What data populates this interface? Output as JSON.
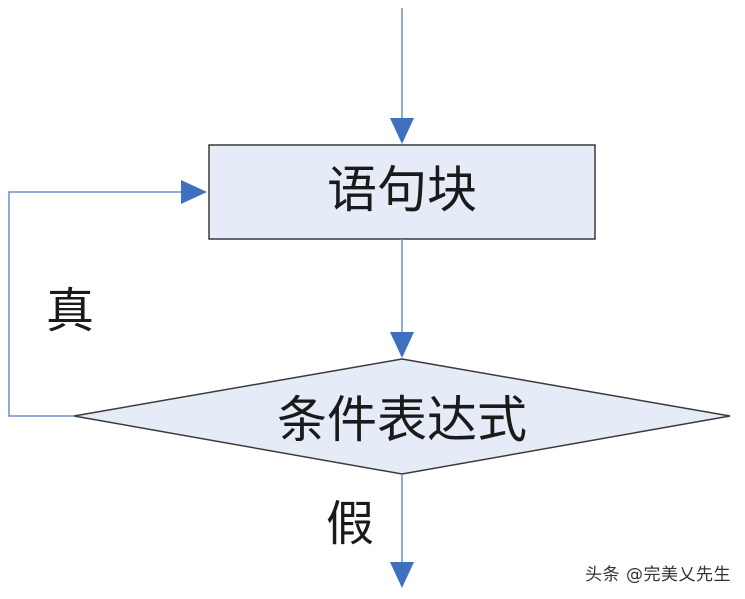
{
  "diagram": {
    "nodes": {
      "statement_block": {
        "label": "语句块",
        "shape": "rectangle"
      },
      "condition": {
        "label": "条件表达式",
        "shape": "diamond"
      }
    },
    "edges": {
      "true_label": "真",
      "false_label": "假"
    },
    "colors": {
      "line": "#6d8fc7",
      "arrow": "#3f6fbf",
      "node_fill": "#e6ecf7",
      "node_border": "#3a3a3a"
    }
  },
  "watermark": "头条 @完美乂先生"
}
